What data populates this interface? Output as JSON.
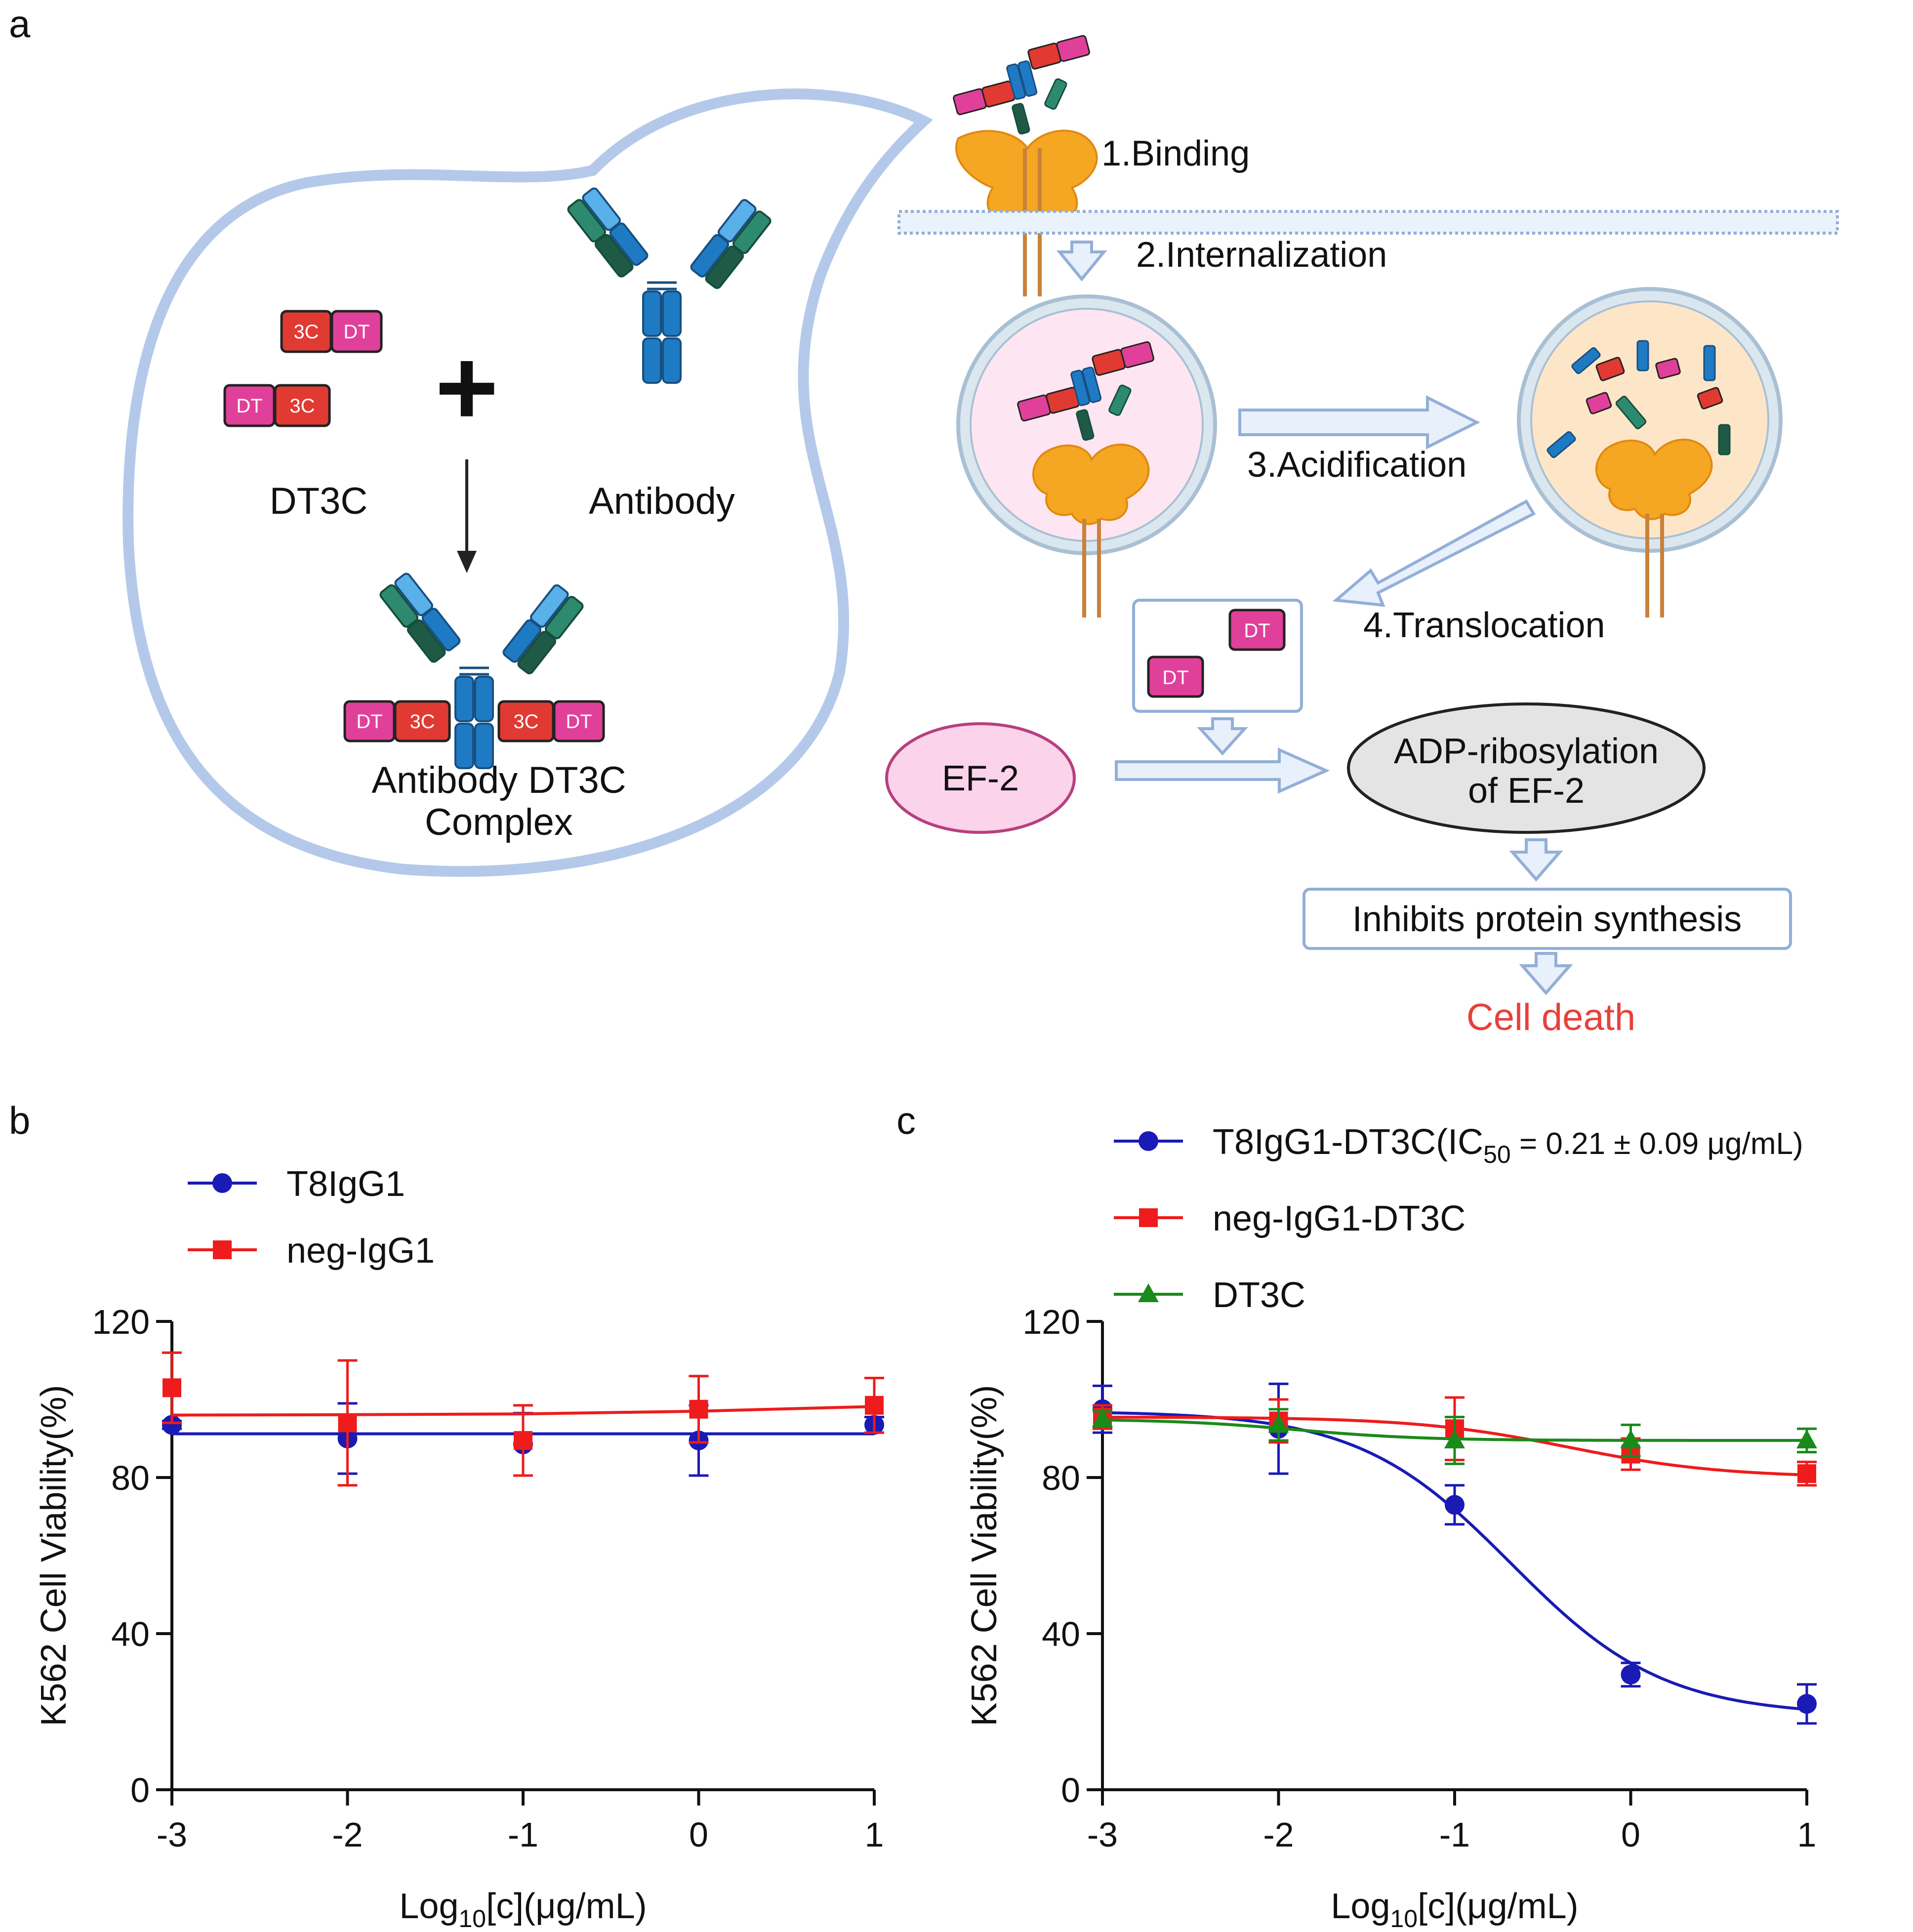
{
  "panel_labels": {
    "a": "a",
    "b": "b",
    "c": "c"
  },
  "schematic": {
    "dt_label": "DT",
    "c3_label": "3C",
    "plus": "+",
    "dt3c_label": "DT3C",
    "antibody_label": "Antibody",
    "complex_label_line1": "Antibody DT3C",
    "complex_label_line2": "Complex",
    "step1": "1.Binding",
    "step2": "2.Internalization",
    "step3": "3.Acidification",
    "step4": "4.Translocation",
    "ef2": "EF-2",
    "adp_line1": "ADP-ribosylation",
    "adp_line2": "of EF-2",
    "inhibits": "Inhibits protein synthesis",
    "cell_death": "Cell death"
  },
  "colors": {
    "blue_series": "#1a1ab4",
    "red_series": "#ee1c1c",
    "green_series": "#1a8a1a",
    "dt_pink": "#e0409a",
    "c3_red": "#e03a32",
    "antibody_blue": "#1f7ac4",
    "antibody_teal": "#2e8a6e",
    "bubble_outline": "#b4c9ea",
    "arrow_fill": "#e8f0fb",
    "arrow_stroke": "#93afd8",
    "ef2_fill": "#fbd3ea",
    "ef2_stroke": "#b6407e",
    "adp_fill": "#e4e4e4",
    "cell_death_red": "#e8403a",
    "receptor_orange": "#f5a623"
  },
  "chart_data": [
    {
      "type": "line",
      "panel": "b",
      "xlabel_prefix": "Log",
      "xlabel_sub": "10",
      "xlabel_suffix": "[c](μg/mL)",
      "ylabel": "K562 Cell Viability(%)",
      "xlim": [
        -3,
        1
      ],
      "ylim": [
        0,
        120
      ],
      "xticks": [
        "-3",
        "-2",
        "-1",
        "0",
        "1"
      ],
      "yticks": [
        "0",
        "40",
        "80",
        "120"
      ],
      "grid": false,
      "legend": "top-left",
      "series": [
        {
          "name": "T8IgG1",
          "marker": "circle",
          "color": "#1a1ab4",
          "x": [
            -3,
            -2,
            -1,
            0,
            1
          ],
          "y": [
            93.5,
            90,
            88.5,
            89.5,
            93.5
          ],
          "err": [
            1,
            9,
            8,
            9,
            2
          ],
          "fit": [
            [
              -3,
              91.2
            ],
            [
              1,
              91.2
            ]
          ]
        },
        {
          "name": "neg-IgG1",
          "marker": "square",
          "color": "#ee1c1c",
          "x": [
            -3,
            -2,
            -1,
            0,
            1
          ],
          "y": [
            103,
            94,
            89.5,
            97.5,
            98.5
          ],
          "err": [
            9,
            16,
            9,
            8.5,
            7
          ],
          "fit": [
            [
              -3,
              96
            ],
            [
              -2,
              96.1
            ],
            [
              -1,
              96.3
            ],
            [
              0,
              97
            ],
            [
              1,
              98.2
            ]
          ]
        }
      ]
    },
    {
      "type": "line",
      "panel": "c",
      "xlabel_prefix": "Log",
      "xlabel_sub": "10",
      "xlabel_suffix": "[c](μg/mL)",
      "ylabel": "K562 Cell Viability(%)",
      "xlim": [
        -3,
        1
      ],
      "ylim": [
        0,
        120
      ],
      "xticks": [
        "-3",
        "-2",
        "-1",
        "0",
        "1"
      ],
      "yticks": [
        "0",
        "40",
        "80",
        "120"
      ],
      "grid": false,
      "legend": "top-left",
      "series": [
        {
          "name_prefix": "T8IgG1-DT3C(IC",
          "name_sub": "50",
          "name_suffix": " = 0.21 ± 0.09 μg/mL)",
          "marker": "circle",
          "color": "#1a1ab4",
          "x": [
            -3,
            -2,
            -1,
            0,
            1
          ],
          "y": [
            97.5,
            92.5,
            73,
            29.5,
            22
          ],
          "err": [
            6,
            11.5,
            5,
            3,
            5
          ],
          "fit_model": {
            "top": 97,
            "bottom": 19,
            "logic50": -0.68,
            "hill": 1
          }
        },
        {
          "name": "neg-IgG1-DT3C",
          "marker": "square",
          "color": "#ee1c1c",
          "x": [
            -3,
            -2,
            -1,
            0,
            1
          ],
          "y": [
            95.5,
            94.5,
            92.5,
            86,
            81
          ],
          "err": [
            3,
            5.5,
            8,
            4,
            3
          ],
          "fit_model": {
            "top": 95.5,
            "bottom": 80,
            "logic50": -0.35,
            "hill": 1
          }
        },
        {
          "name": "DT3C",
          "marker": "triangle",
          "color": "#1a8a1a",
          "x": [
            -3,
            -2,
            -1,
            0,
            1
          ],
          "y": [
            95,
            93.5,
            89.5,
            89.5,
            89.5
          ],
          "err": [
            2,
            4,
            6,
            4,
            3
          ],
          "fit_model": {
            "top": 95,
            "bottom": 89.5,
            "logic50": -1.9,
            "hill": 1.2
          }
        }
      ]
    }
  ]
}
